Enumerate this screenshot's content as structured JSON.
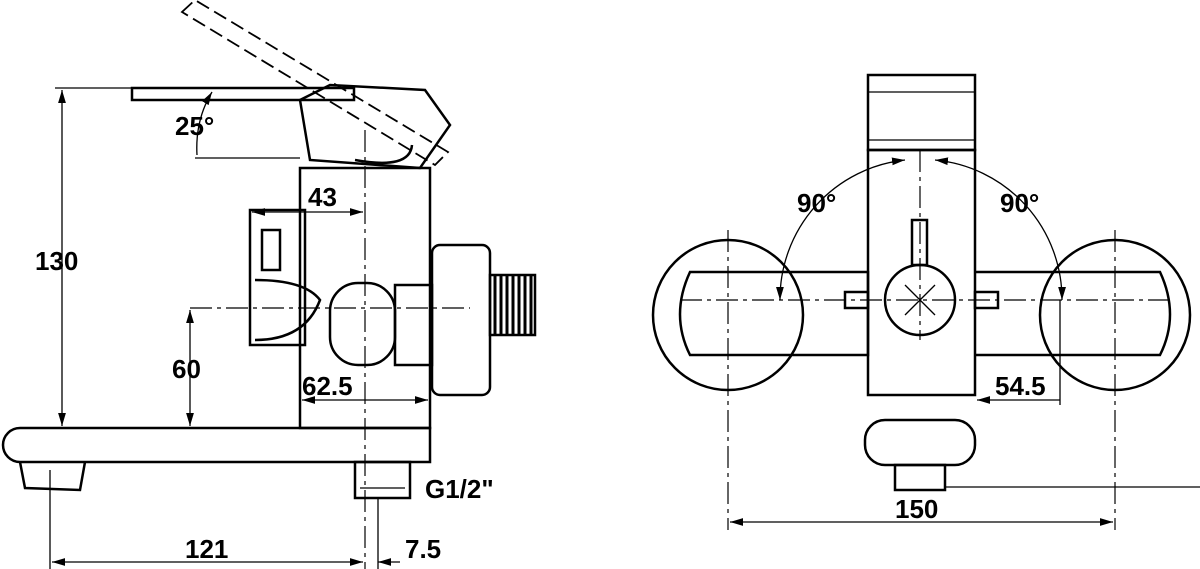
{
  "side_view": {
    "angle": "25°",
    "dim_43": "43",
    "dim_130": "130",
    "dim_60": "60",
    "dim_62_5": "62.5",
    "thread": "G1/2\"",
    "dim_121": "121",
    "dim_7_5": "7.5"
  },
  "front_view": {
    "angle_left": "90°",
    "angle_right": "90°",
    "dim_54_5": "54.5",
    "dim_150": "150"
  }
}
